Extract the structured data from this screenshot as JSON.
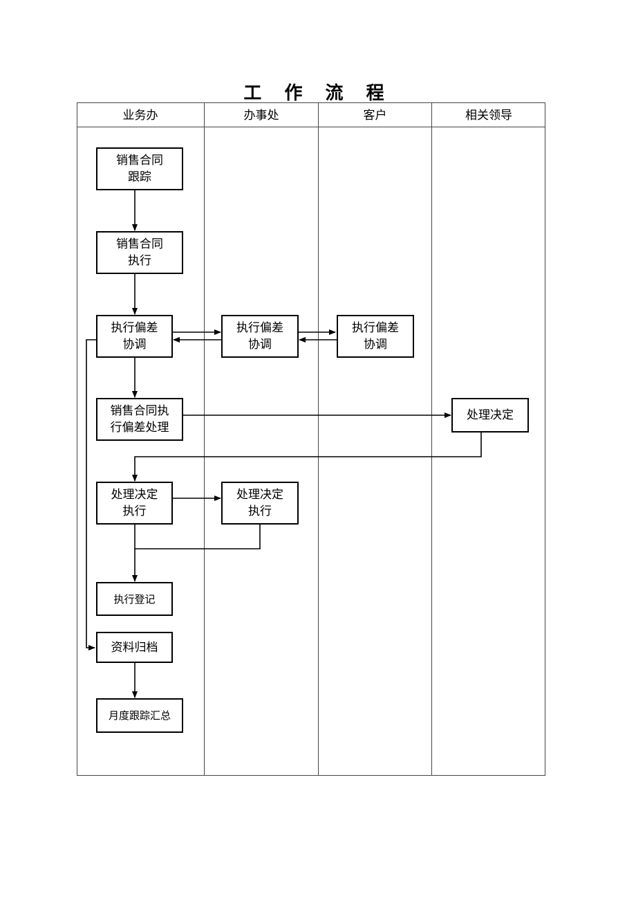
{
  "title": "工 作 流 程",
  "lanes": [
    "业务办",
    "办事处",
    "客户",
    "相关领导"
  ],
  "nodes": {
    "track": "销售合同\n跟踪",
    "execute": "销售合同\n执行",
    "coord_a": "执行偏差\n协调",
    "coord_b": "执行偏差\n协调",
    "coord_c": "执行偏差\n协调",
    "deviation": "销售合同执\n行偏差处理",
    "decision": "处理决定",
    "decision_exec_a": "处理决定\n执行",
    "decision_exec_b": "处理决定\n执行",
    "register": "执行登记",
    "archive": "资料归档",
    "summary": "月度跟踪汇总"
  }
}
